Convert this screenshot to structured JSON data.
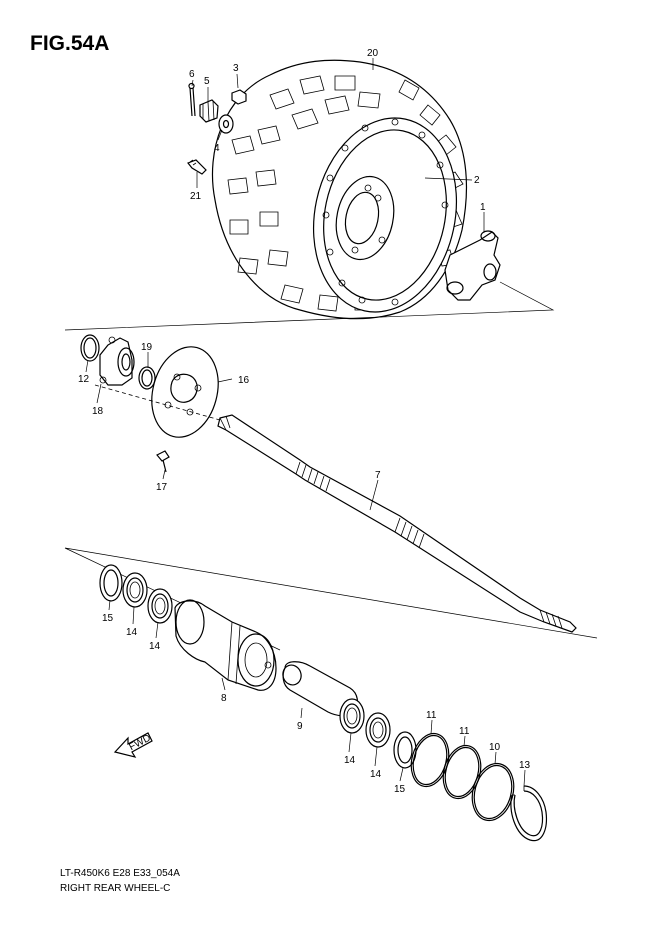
{
  "figure": {
    "title": "FIG.54A",
    "model_code": "LT-R450K6 E28 E33_054A",
    "section_name": "RIGHT REAR WHEEL-C"
  },
  "callouts": {
    "n1": "1",
    "n2": "2",
    "n3": "3",
    "n4": "4",
    "n5": "5",
    "n6": "6",
    "n7": "7",
    "n8": "8",
    "n9": "9",
    "n10": "10",
    "n11a": "11",
    "n11b": "11",
    "n12": "12",
    "n13": "13",
    "n14a": "14",
    "n14b": "14",
    "n14c": "14",
    "n14d": "14",
    "n15a": "15",
    "n15b": "15",
    "n16": "16",
    "n17": "17",
    "n18": "18",
    "n19": "19",
    "n20": "20",
    "n21": "21"
  },
  "fwd_label": "FWD",
  "colors": {
    "line": "#000000",
    "background": "#ffffff"
  }
}
